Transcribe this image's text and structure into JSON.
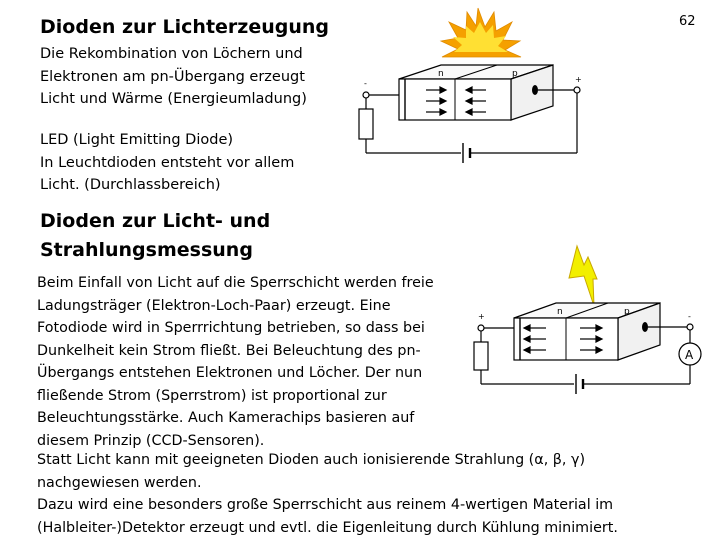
{
  "page_number": "62",
  "section1": {
    "title": "Dioden zur Lichterzeugung",
    "lines": [
      "Die Rekombination von Löchern und",
      "Elektronen am pn-Übergang erzeugt",
      "Licht und Wärme (Energieumladung)"
    ],
    "led_lines": [
      "LED (Light Emitting Diode)",
      "In Leuchtdioden entsteht vor allem",
      "Licht. (Durchlassbereich)"
    ]
  },
  "section2": {
    "title_lines": [
      "Dioden zur Licht- und",
      "Strahlungsmessung"
    ],
    "lines": [
      "Beim Einfall von Licht auf die Sperrschicht werden freie",
      "Ladungsträger (Elektron-Loch-Paar) erzeugt. Eine",
      "Fotodiode wird in Sperrrichtung betrieben, so dass bei",
      "Dunkelheit kein Strom fließt. Bei Beleuchtung des pn-",
      "Übergangs entstehen Elektronen und Löcher. Der nun",
      "fließende Strom (Sperrstrom) ist proportional zur",
      "Beleuchtungsstärke. Auch Kamerachips basieren auf",
      "diesem Prinzip (CCD-Sensoren)."
    ],
    "lines2": [
      "Statt Licht kann mit geeigneten Dioden auch ionisierende Strahlung (α, β, γ)",
      "nachgewiesen werden.",
      "Dazu wird eine besonders große Sperrschicht aus reinem 4-wertigen Material im",
      "(Halbleiter-)Detektor erzeugt und evtl. die Eigenleitung durch Kühlung minimiert."
    ]
  },
  "diagram1": {
    "n_label": "n",
    "p_label": "p",
    "minus": "-",
    "plus": "+"
  },
  "diagram2": {
    "n_label": "n",
    "p_label": "p",
    "minus": "-",
    "plus": "+",
    "meter_label": "A"
  },
  "colors": {
    "burst_outer": "#f5a000",
    "burst_inner": "#ffe033",
    "lightning": "#f2ef00",
    "lightning_stroke": "#c9a800"
  }
}
